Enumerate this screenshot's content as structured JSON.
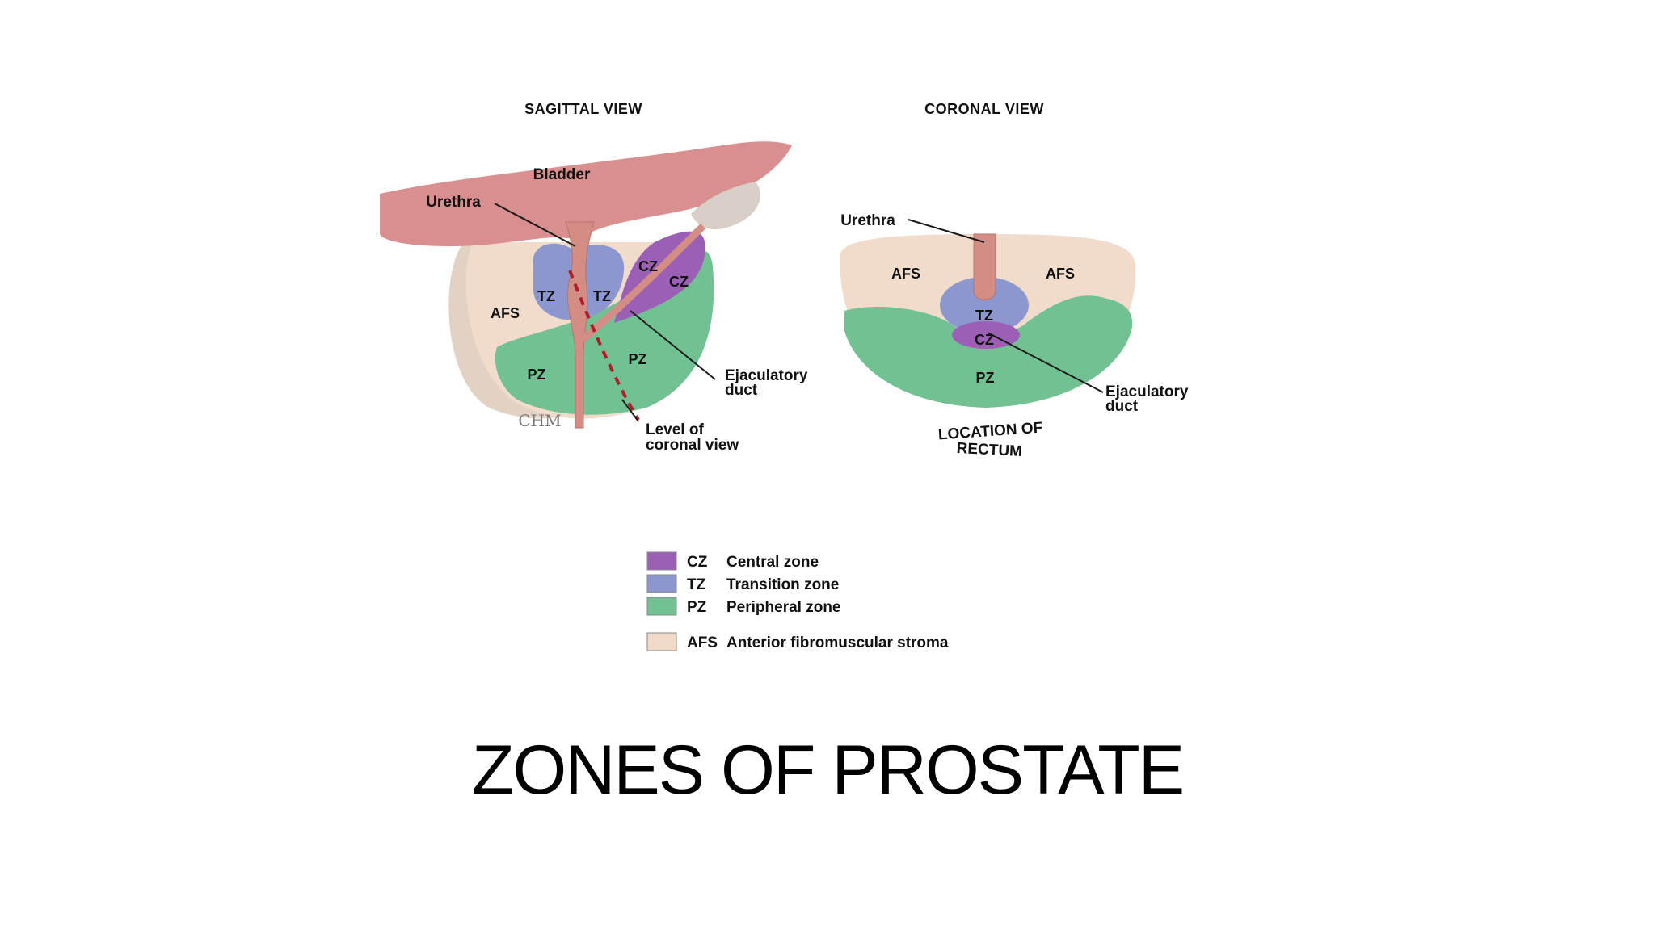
{
  "slide": {
    "title": "ZONES OF PROSTATE"
  },
  "diagram": {
    "sagittal": {
      "heading": "SAGITTAL VIEW",
      "labels": {
        "bladder": "Bladder",
        "urethra": "Urethra",
        "afs": "AFS",
        "tz_left": "TZ",
        "tz_right": "TZ",
        "cz_top": "CZ",
        "cz_bottom": "CZ",
        "pz_left": "PZ",
        "pz_right": "PZ",
        "ejaculatory_line1": "Ejaculatory",
        "ejaculatory_line2": "duct",
        "level_line1": "Level of",
        "level_line2": "coronal view",
        "signature": "CHM"
      }
    },
    "coronal": {
      "heading": "CORONAL VIEW",
      "labels": {
        "urethra": "Urethra",
        "afs_left": "AFS",
        "afs_right": "AFS",
        "tz": "TZ",
        "cz": "CZ",
        "pz": "PZ",
        "ejaculatory_line1": "Ejaculatory",
        "ejaculatory_line2": "duct",
        "rectum_line1": "LOCATION OF",
        "rectum_line2": "RECTUM"
      }
    },
    "legend": [
      {
        "abbr": "CZ",
        "text": "Central zone",
        "color": "#9b5fb5"
      },
      {
        "abbr": "TZ",
        "text": "Transition zone",
        "color": "#8d97cf"
      },
      {
        "abbr": "PZ",
        "text": "Peripheral zone",
        "color": "#72c193"
      },
      {
        "abbr": "AFS",
        "text": "Anterior fibromuscular stroma",
        "color": "#f1d9c8"
      }
    ],
    "colors": {
      "bladder": "#d98f8f",
      "urethra": "#d48d84",
      "afs": "#f1dccb",
      "capsule": "#e2d2c4",
      "cz": "#9b5fb5",
      "tz": "#8d97cf",
      "pz": "#72c193",
      "coronal_level": "#b01e2a"
    }
  }
}
